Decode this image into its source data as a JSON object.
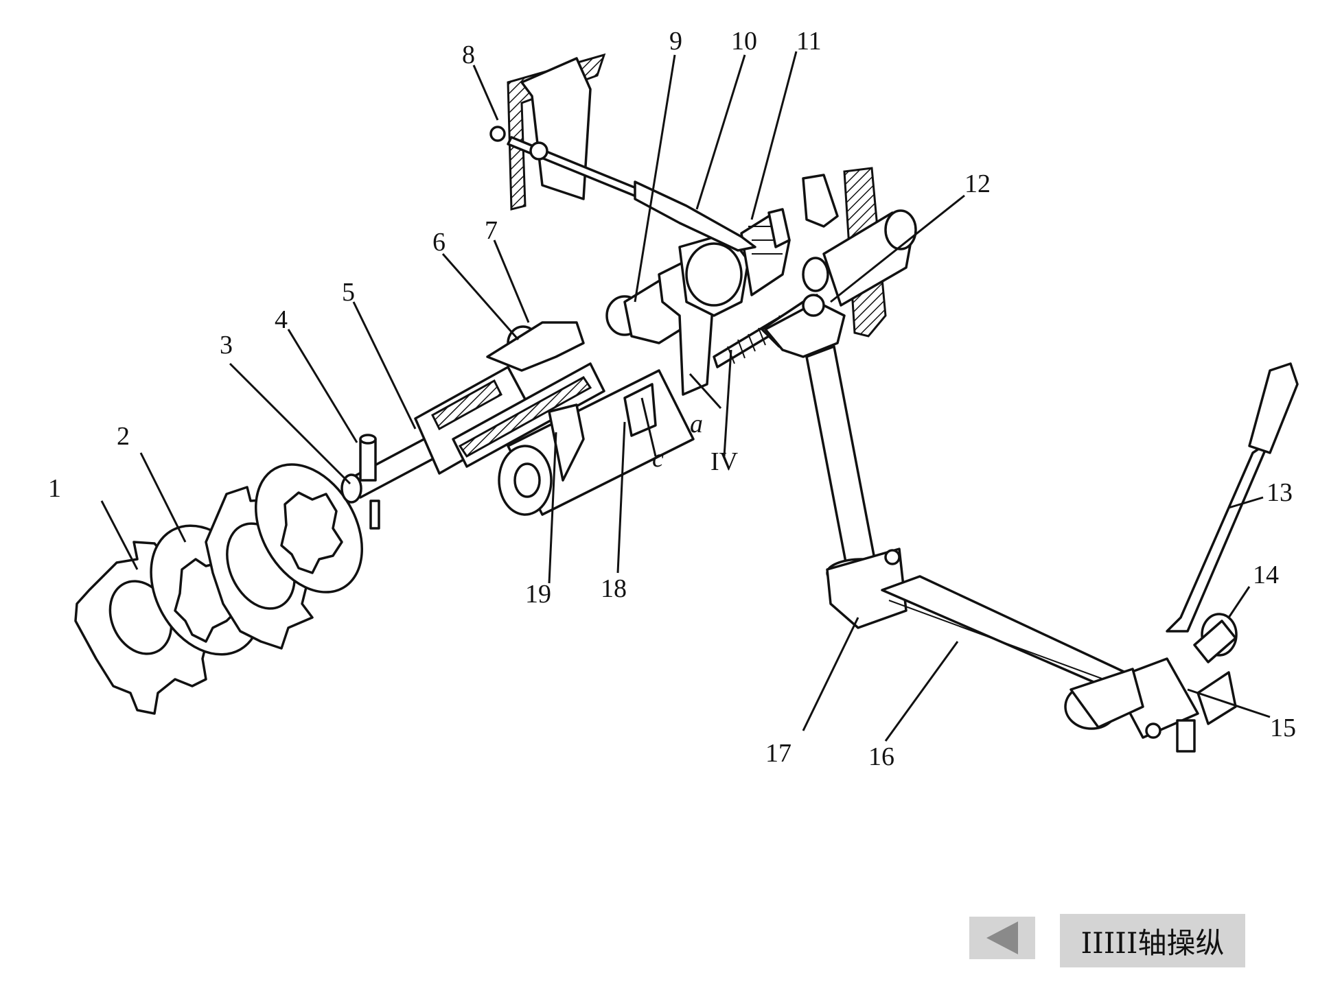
{
  "diagram": {
    "labels": {
      "l1": "1",
      "l2": "2",
      "l3": "3",
      "l4": "4",
      "l5": "5",
      "l6": "6",
      "l7": "7",
      "l8": "8",
      "l9": "9",
      "l10": "10",
      "l11": "11",
      "l12": "12",
      "l13": "13",
      "l14": "14",
      "l15": "15",
      "l16": "16",
      "l17": "17",
      "l18": "18",
      "l19": "19",
      "la": "a",
      "lc": "c",
      "liv": "IV"
    }
  },
  "nav": {
    "back_icon": "left-triangle-icon",
    "title": "IIIII轴操纵"
  }
}
